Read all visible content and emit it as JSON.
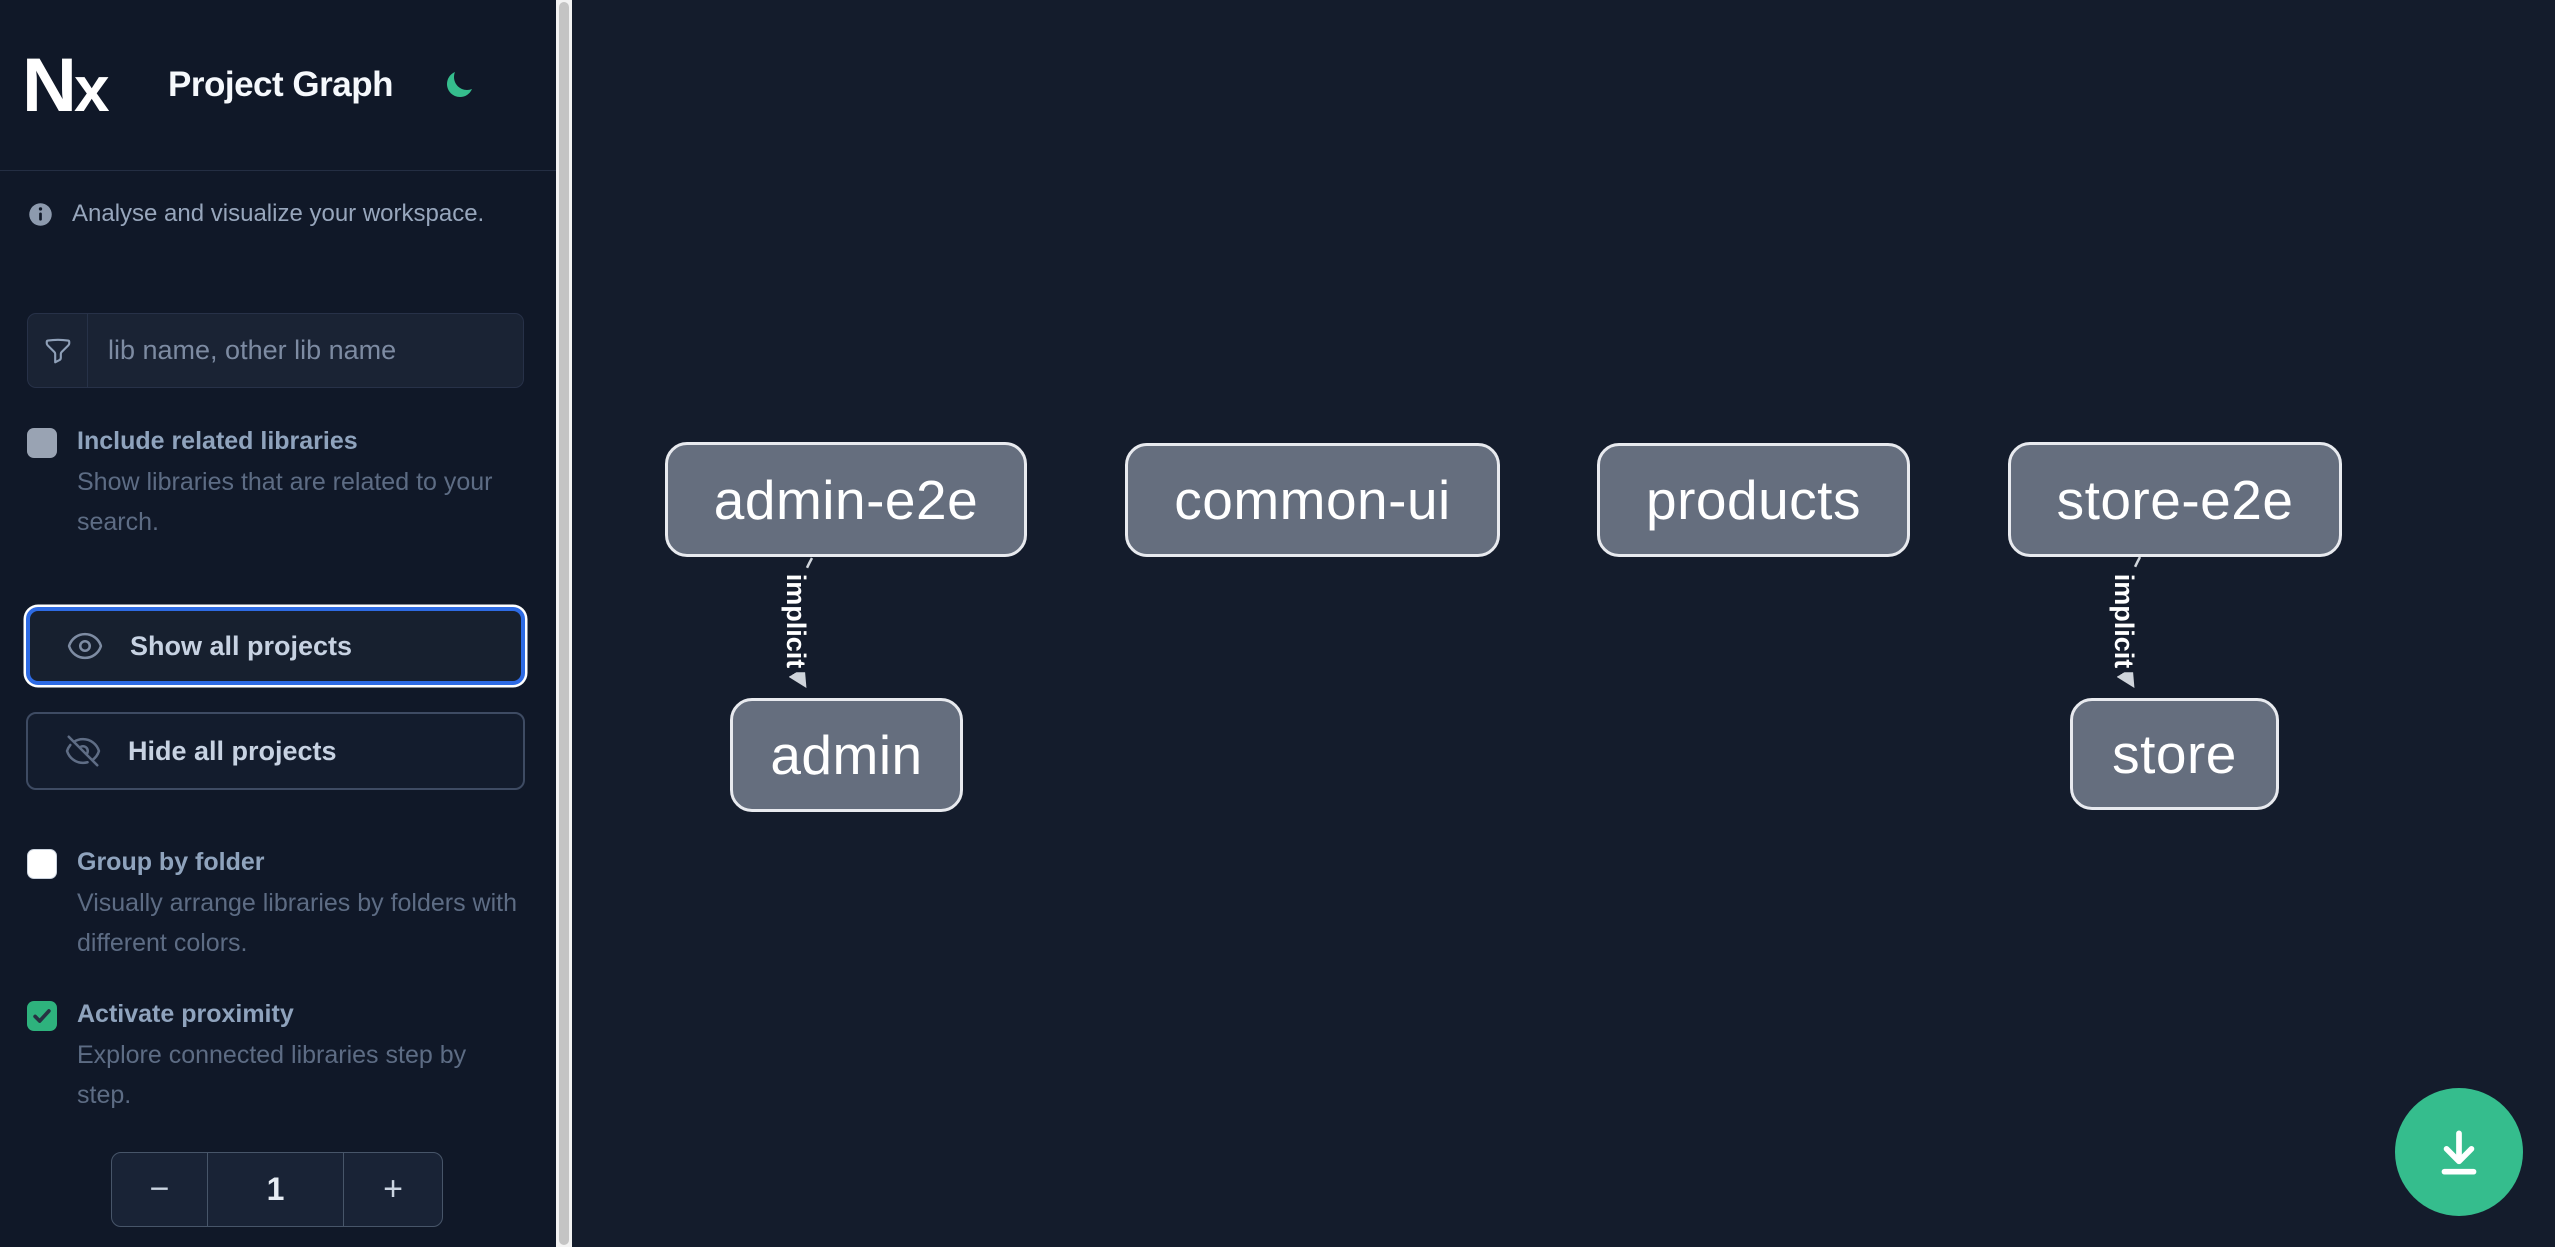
{
  "colors": {
    "accent_green": "#35bd8d",
    "checkbox_green": "#2eb27d",
    "focus_ring_blue": "#2e6be4",
    "node_fill": "#656e7e",
    "node_border": "#e8eaef",
    "edge_gray": "#cfd4db",
    "sidebar_bg": "#101828",
    "canvas_bg": "#141c2c"
  },
  "header": {
    "logo_text": "Nx",
    "title": "Project Graph"
  },
  "sidebar": {
    "intro": "Analyse and visualize your workspace.",
    "search_placeholder": "lib name, other lib name",
    "include_related": {
      "label": "Include related libraries",
      "description": "Show libraries that are related to your search.",
      "checked": false
    },
    "show_all_label": "Show all projects",
    "hide_all_label": "Hide all projects",
    "group_by_folder": {
      "label": "Group by folder",
      "description": "Visually arrange libraries by folders with different colors.",
      "checked": false
    },
    "activate_proximity": {
      "label": "Activate proximity",
      "description": "Explore connected libraries step by step.",
      "checked": true
    },
    "proximity_stepper": {
      "decrement": "−",
      "value": "1",
      "increment": "+"
    }
  },
  "graph": {
    "nodes": [
      {
        "label": "admin-e2e"
      },
      {
        "label": "common-ui"
      },
      {
        "label": "products"
      },
      {
        "label": "store-e2e"
      },
      {
        "label": "admin"
      },
      {
        "label": "store"
      }
    ],
    "edges": [
      {
        "from": "admin-e2e",
        "to": "admin",
        "label": "implicit",
        "style": "dashed"
      },
      {
        "from": "store-e2e",
        "to": "store",
        "label": "implicit",
        "style": "dashed"
      }
    ]
  }
}
